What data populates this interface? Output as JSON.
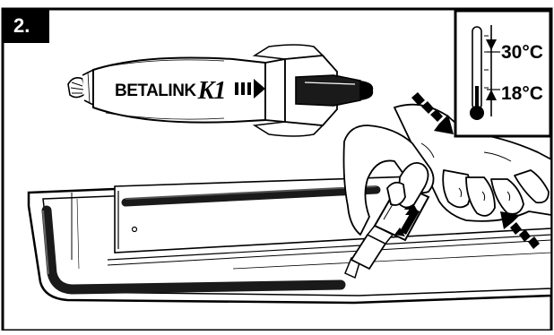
{
  "step": {
    "number": "2."
  },
  "thermometer": {
    "max_label": "30°C",
    "min_label": "18°C",
    "icon": "thermometer-icon"
  },
  "product": {
    "brand": "BETALINK",
    "model": "K1"
  },
  "colors": {
    "ink": "#000000",
    "paper": "#ffffff",
    "shadow": "#9a9a9a",
    "bead": "#1a1a1a"
  }
}
